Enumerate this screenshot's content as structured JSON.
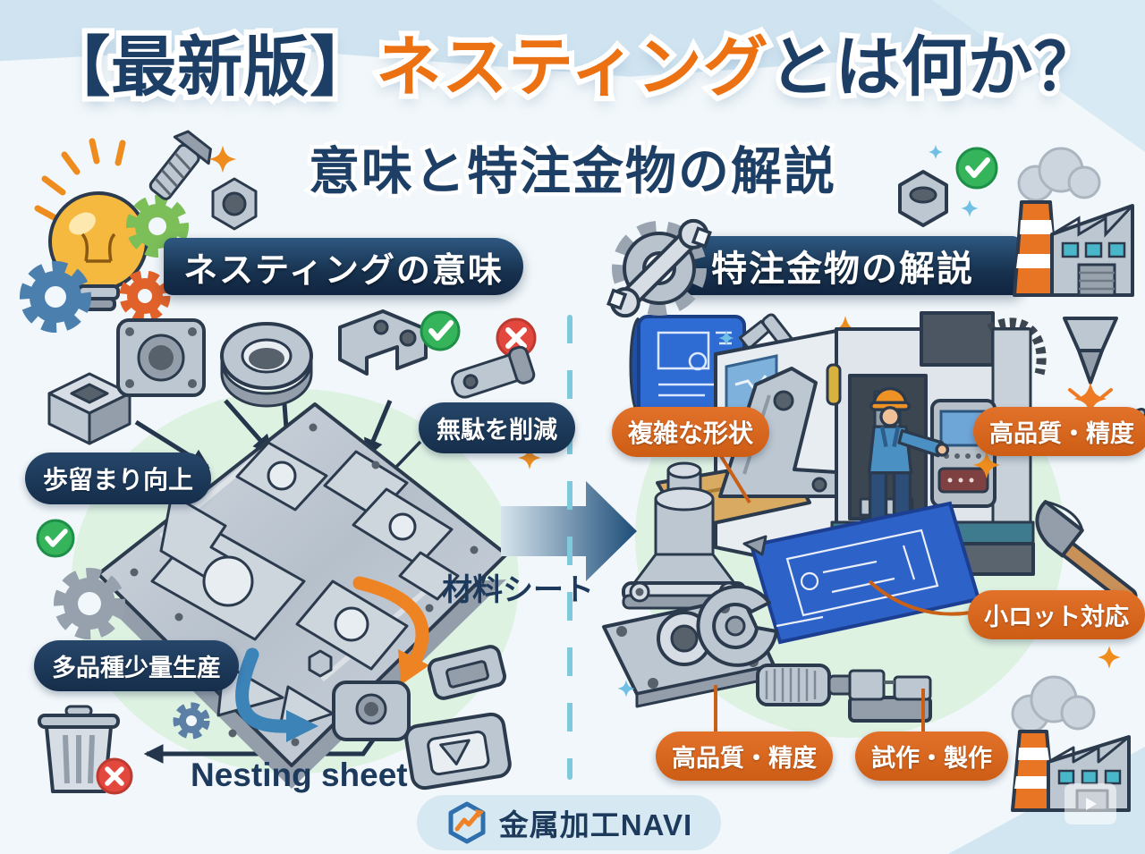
{
  "title": {
    "prefix": "【最新版】",
    "highlight": "ネスティング",
    "suffix": "とは何か？"
  },
  "subtitle": "意味と特注金物の解説",
  "left_section": {
    "header": "ネスティングの意味",
    "labels": {
      "yield": "歩留まり向上",
      "waste": "無駄を削減",
      "material_sheet": "材料シート",
      "variety": "多品種少量生産",
      "nesting_sheet": "Nesting sheet"
    }
  },
  "right_section": {
    "header": "特注金物の解説",
    "labels": {
      "complex_shape": "複雑な形状",
      "quality_top": "高品質・精度",
      "small_lot": "小ロット対応",
      "quality_bottom": "高品質・精度",
      "prototype": "試作・製作"
    }
  },
  "footer": {
    "brand": "金属加工NAVI"
  },
  "colors": {
    "navy": "#1d3f66",
    "orange_title": "#ec7113",
    "pill_navy": "#1b3755",
    "pill_orange": "#d8681f",
    "green_check": "#35b45c",
    "red_cross": "#e2483d",
    "background": "#f1f7fa",
    "light_blue": "#cfe3f0",
    "divider": "#7fc9dd",
    "blueprint_blue": "#2d62c9",
    "blob_green": "#def2e2"
  },
  "icons": {
    "lightbulb-icon": "idea bulb with rays",
    "gear-icon": "machine gear",
    "bolt-icon": "hex bolt",
    "nut-icon": "hex nut",
    "check-icon": "green check circle",
    "cross-icon": "red cross circle",
    "process-arrow-icon": "big right arrow",
    "trash-icon": "waste bin",
    "blueprint-icon": "blue drawing scroll",
    "caliper-icon": "measuring caliper",
    "cnc-machine-icon": "machining center",
    "operator-icon": "machine operator",
    "laser-icon": "laser cutting head",
    "hammer-icon": "hammer",
    "factory-icon": "factory with chimney",
    "sparkle-icon": "four point sparkle",
    "gear-wrench-icon": "gear and wrench emblem",
    "nesting-sheet-illustration": "metal sheet with nested cut parts",
    "metal-part-icon": "machined metal part",
    "logo-hex-icon": "hexagon with growth arrow"
  }
}
